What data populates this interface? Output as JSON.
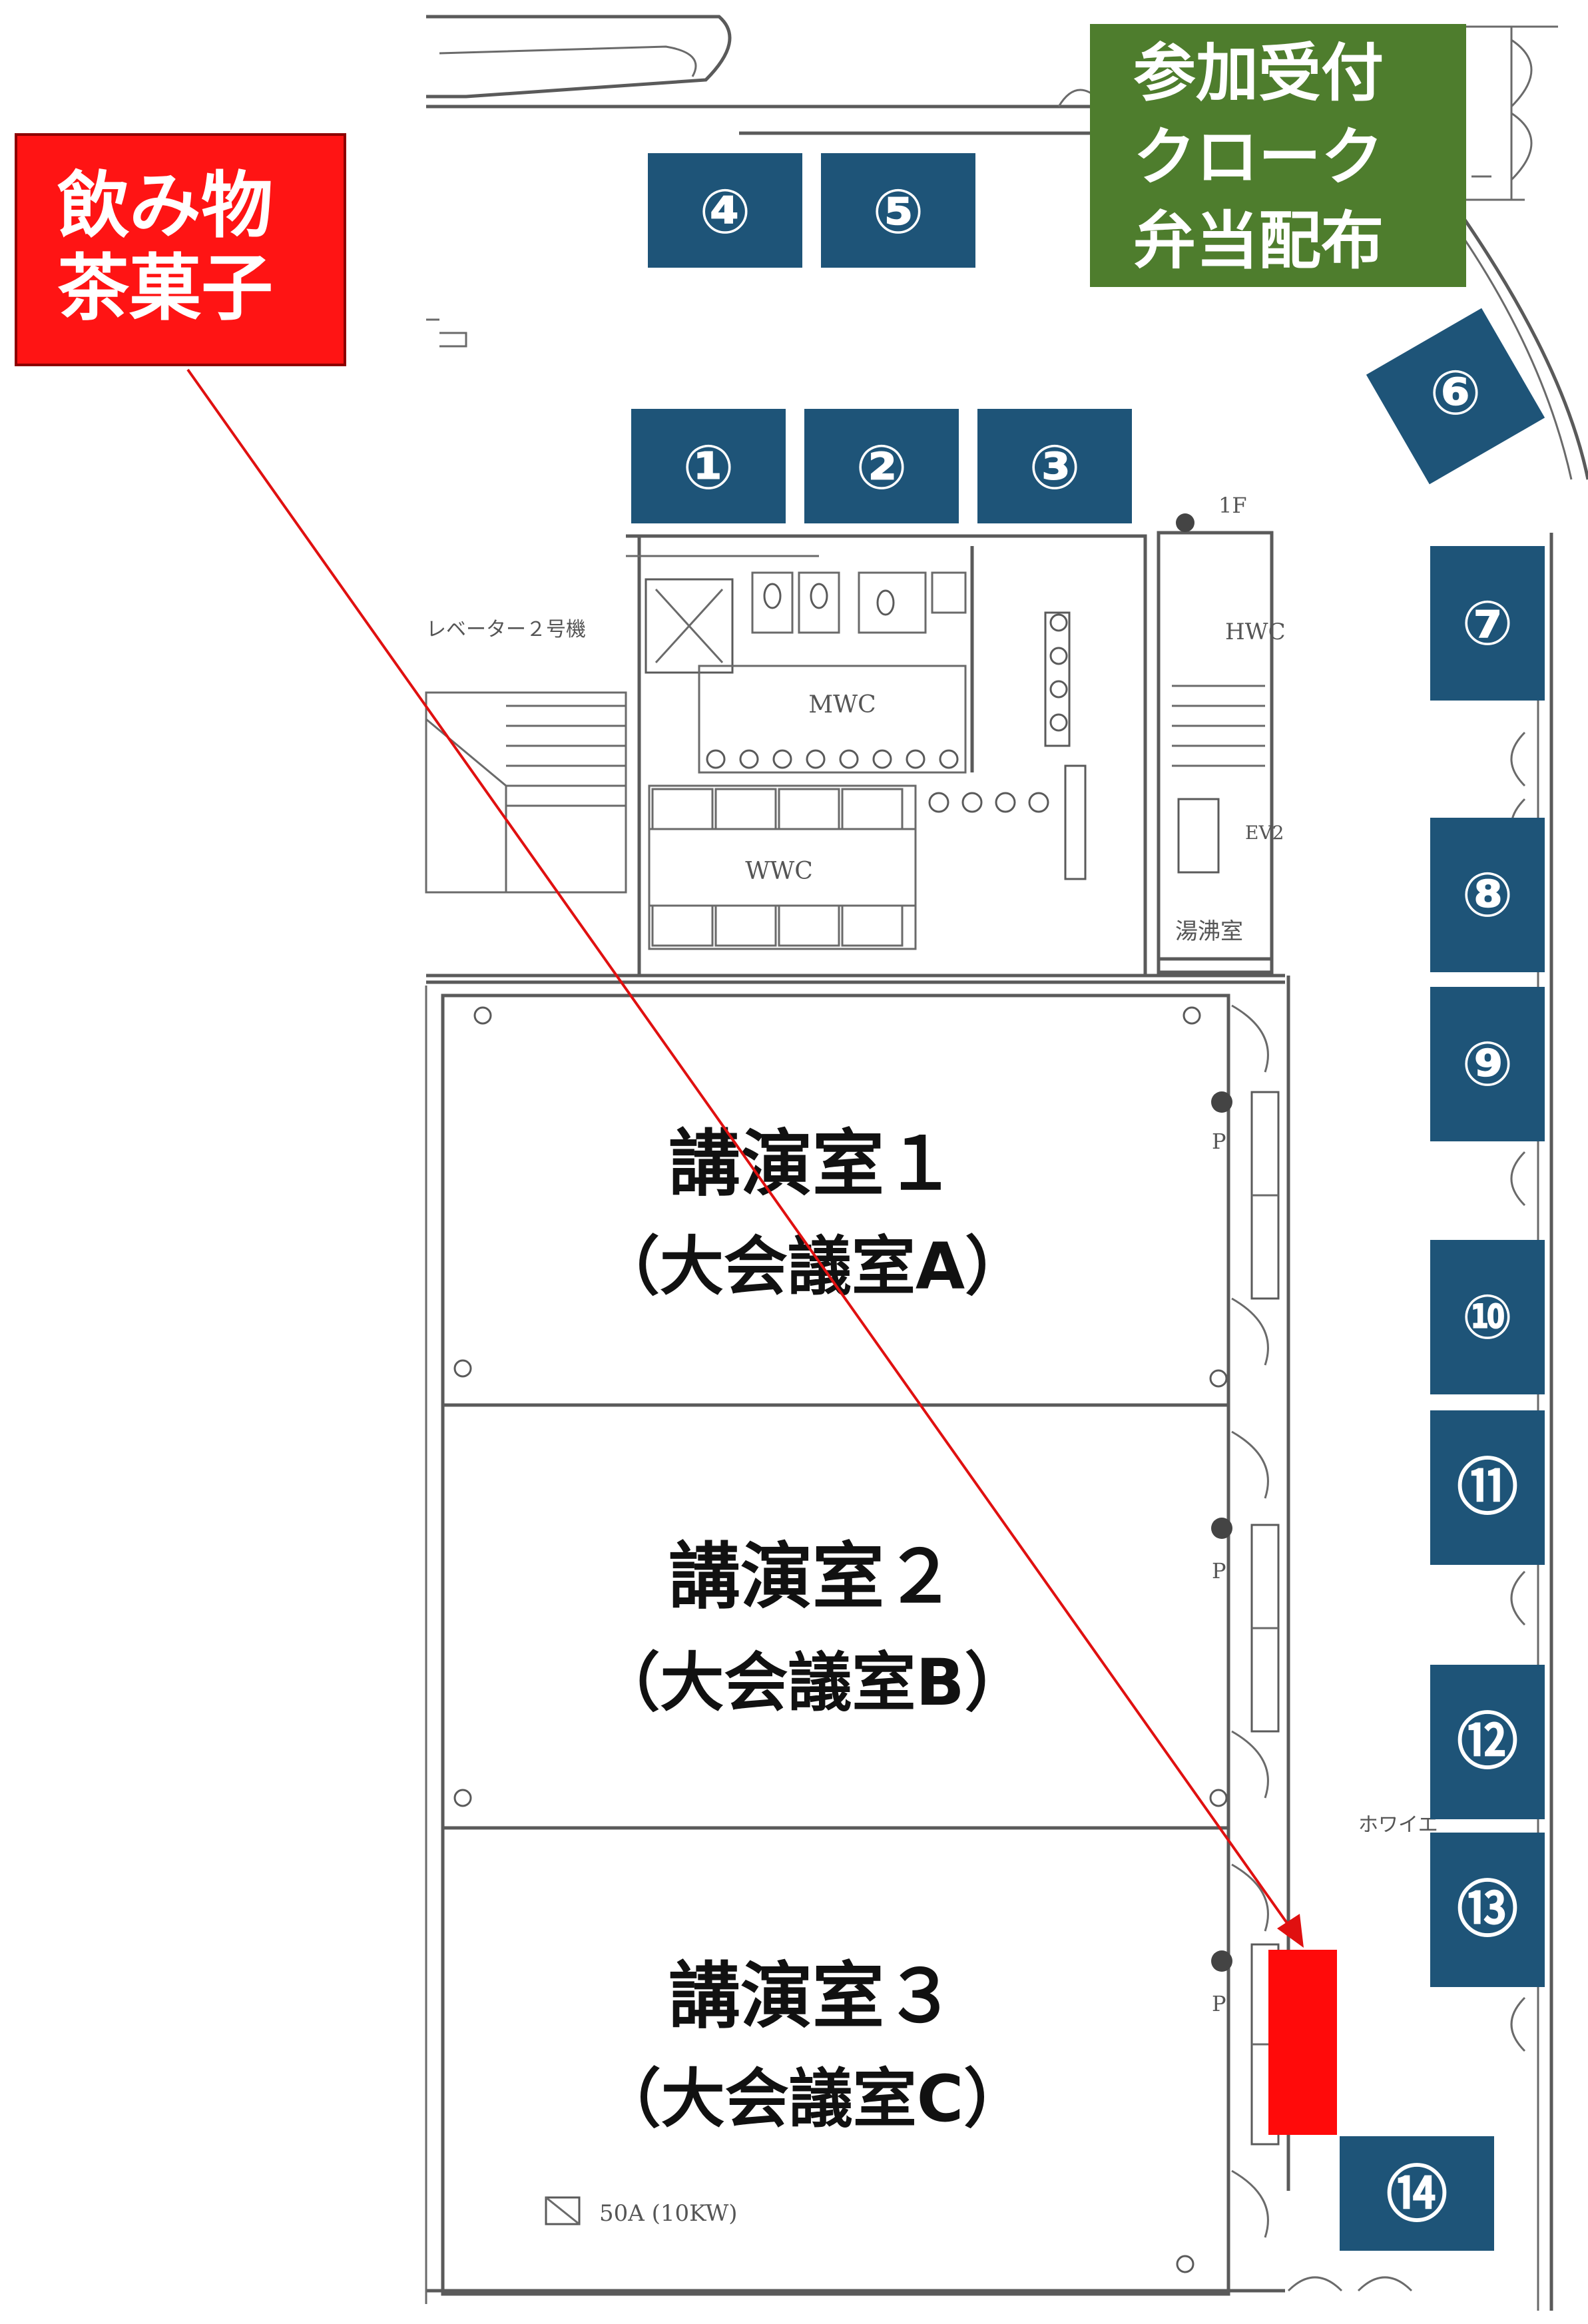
{
  "labels": {
    "refreshments": [
      "飲み物",
      "茶菓子"
    ],
    "reception": [
      "参加受付",
      "クローク",
      "弁当配布"
    ]
  },
  "booths": [
    "①",
    "②",
    "③",
    "④",
    "⑤",
    "⑥",
    "⑦",
    "⑧",
    "⑨",
    "⑩",
    "⑪",
    "⑫",
    "⑬",
    "⑭"
  ],
  "rooms": [
    {
      "title": "講演室１",
      "subtitle": "（大会議室A）"
    },
    {
      "title": "講演室２",
      "subtitle": "（大会議室B）"
    },
    {
      "title": "講演室３",
      "subtitle": "（大会議室C）"
    }
  ],
  "plan_text": {
    "mwc": "MWC",
    "wwc": "WWC",
    "hwc": "HWC",
    "elevator": "レベーター２号機",
    "floor": "1F",
    "ev": "EV2",
    "kitchen": "湯沸室",
    "power": "50A (10KW)",
    "foyer": "ホワイエ",
    "p": "P"
  },
  "colors": {
    "booth": "#1e5478",
    "refreshments": "#ff1414",
    "reception": "#4e7d2d",
    "arrow": "#e01010"
  }
}
